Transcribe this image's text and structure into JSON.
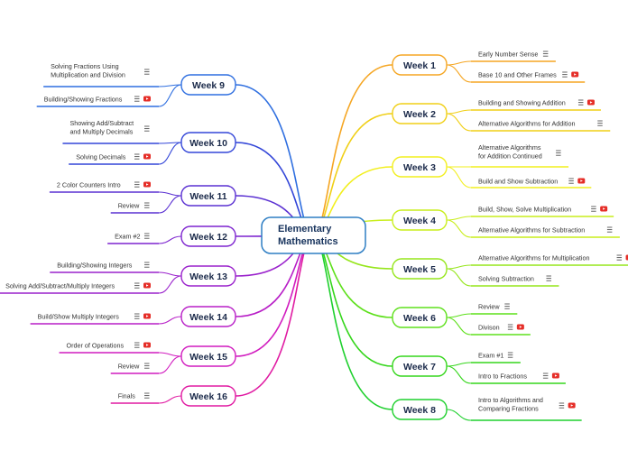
{
  "center": {
    "line1": "Elementary",
    "line2": "Mathematics"
  },
  "colors": {
    "center_border": "#2e7ec4",
    "youtube": "#e52d27",
    "note_icon": "#555555"
  },
  "weeks": [
    {
      "id": "w1",
      "label": "Week 1",
      "color": "#f5a623",
      "items": [
        {
          "lines": [
            "Early Number Sense"
          ],
          "note": true,
          "video": false
        },
        {
          "lines": [
            "Base 10 and Other Frames"
          ],
          "note": true,
          "video": true
        }
      ]
    },
    {
      "id": "w2",
      "label": "Week 2",
      "color": "#f0cf16",
      "items": [
        {
          "lines": [
            "Building and Showing Addition"
          ],
          "note": true,
          "video": true
        },
        {
          "lines": [
            "Alternative Algorithms for Addition"
          ],
          "note": true,
          "video": false
        }
      ]
    },
    {
      "id": "w3",
      "label": "Week 3",
      "color": "#f2ef1e",
      "items": [
        {
          "lines": [
            "Alternative Algorithms",
            "for Addition Continued"
          ],
          "note": true,
          "video": false
        },
        {
          "lines": [
            "Build and Show Subtraction"
          ],
          "note": true,
          "video": true
        }
      ]
    },
    {
      "id": "w4",
      "label": "Week 4",
      "color": "#c9ee1c",
      "items": [
        {
          "lines": [
            "Build, Show, Solve Multiplication"
          ],
          "note": true,
          "video": true
        },
        {
          "lines": [
            "Alternative Algorithms for Subtraction"
          ],
          "note": true,
          "video": false
        }
      ]
    },
    {
      "id": "w5",
      "label": "Week 5",
      "color": "#96e61c",
      "items": [
        {
          "lines": [
            "Alternative Algorithms for Multiplication"
          ],
          "note": true,
          "video": true
        },
        {
          "lines": [
            "Solving Subtraction"
          ],
          "note": true,
          "video": false
        }
      ]
    },
    {
      "id": "w6",
      "label": "Week 6",
      "color": "#5ee01c",
      "items": [
        {
          "lines": [
            "Review"
          ],
          "note": true,
          "video": false
        },
        {
          "lines": [
            "Divison"
          ],
          "note": true,
          "video": true
        }
      ]
    },
    {
      "id": "w7",
      "label": "Week 7",
      "color": "#35d61c",
      "items": [
        {
          "lines": [
            "Exam #1"
          ],
          "note": true,
          "video": false
        },
        {
          "lines": [
            "Intro to Fractions"
          ],
          "note": true,
          "video": true
        }
      ]
    },
    {
      "id": "w8",
      "label": "Week 8",
      "color": "#1fd02e",
      "items": [
        {
          "lines": [
            "Intro to Algorithms and",
            "Comparing Fractions"
          ],
          "note": true,
          "video": true
        }
      ]
    },
    {
      "id": "w9",
      "label": "Week 9",
      "color": "#2f6fe0",
      "items": [
        {
          "lines": [
            "Solving Fractions Using",
            "Multiplication and Division"
          ],
          "note": true,
          "video": false
        },
        {
          "lines": [
            "Building/Showing Fractions"
          ],
          "note": true,
          "video": true
        }
      ]
    },
    {
      "id": "w10",
      "label": "Week 10",
      "color": "#3346d8",
      "items": [
        {
          "lines": [
            "Showing Add/Subtract",
            "and Multiply Decimals"
          ],
          "note": true,
          "video": false
        },
        {
          "lines": [
            "Solving Decimals"
          ],
          "note": true,
          "video": true
        }
      ]
    },
    {
      "id": "w11",
      "label": "Week 11",
      "color": "#5a30d2",
      "items": [
        {
          "lines": [
            "2 Color Counters Intro"
          ],
          "note": true,
          "video": true
        },
        {
          "lines": [
            "Review"
          ],
          "note": true,
          "video": false
        }
      ]
    },
    {
      "id": "w12",
      "label": "Week 12",
      "color": "#7d24cf",
      "items": [
        {
          "lines": [
            "Exam #2"
          ],
          "note": true,
          "video": false
        }
      ]
    },
    {
      "id": "w13",
      "label": "Week 13",
      "color": "#9a22cc",
      "items": [
        {
          "lines": [
            "Building/Showing Integers"
          ],
          "note": true,
          "video": false
        },
        {
          "lines": [
            "Solving Add/Subtract/Multiply Integers"
          ],
          "note": true,
          "video": true
        }
      ]
    },
    {
      "id": "w14",
      "label": "Week 14",
      "color": "#b81fc7",
      "items": [
        {
          "lines": [
            "Build/Show Multiply Integers"
          ],
          "note": true,
          "video": true
        }
      ]
    },
    {
      "id": "w15",
      "label": "Week 15",
      "color": "#d11cbf",
      "items": [
        {
          "lines": [
            "Order of Operations"
          ],
          "note": true,
          "video": true
        },
        {
          "lines": [
            "Review"
          ],
          "note": true,
          "video": false
        }
      ]
    },
    {
      "id": "w16",
      "label": "Week 16",
      "color": "#e01aa2",
      "items": [
        {
          "lines": [
            "Finals"
          ],
          "note": true,
          "video": false
        }
      ]
    }
  ]
}
